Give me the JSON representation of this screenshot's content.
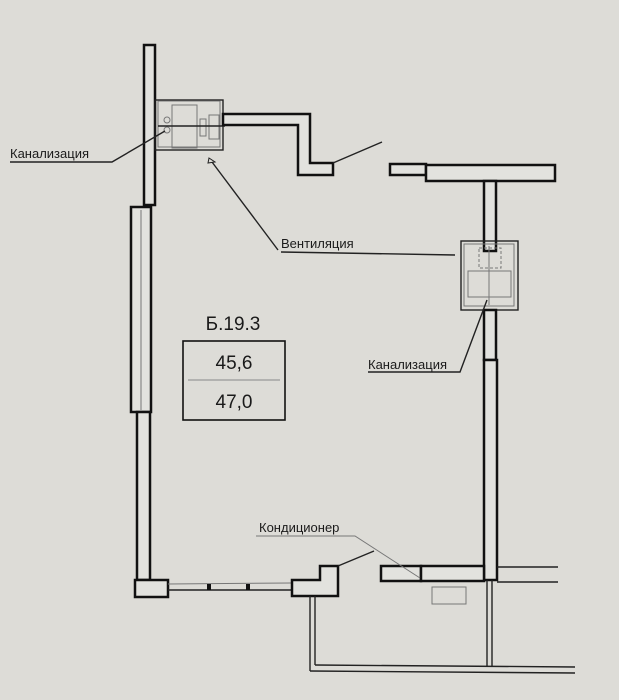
{
  "plan": {
    "unit_id": "Б.19.3",
    "area_living": "45,6",
    "area_total": "47,0"
  },
  "labels": {
    "sewer_left": "Канализация",
    "ventilation": "Вентиляция",
    "sewer_right": "Канализация",
    "air_conditioner": "Кондиционер"
  },
  "colors": {
    "background": "#dddcd7",
    "lines": "#111111"
  }
}
